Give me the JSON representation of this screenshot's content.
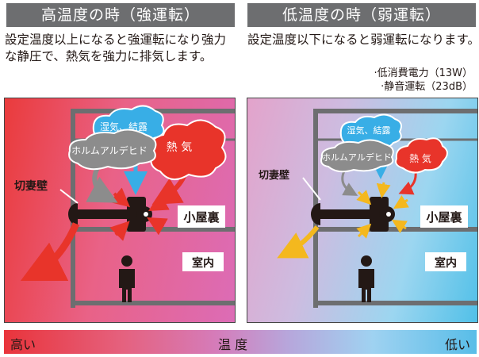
{
  "left": {
    "title": "高温度の時（強運転）",
    "description": "設定温度以上になると強運転になり強力な静圧で、熱気を強力に排気します。",
    "labels": {
      "moisture": "湿気、結露",
      "formaldehyde": "ホルムアルデヒド",
      "heat": "熱 気",
      "gable_wall": "切妻壁",
      "attic": "小屋裏",
      "room": "室内"
    }
  },
  "right": {
    "title": "低温度の時（弱運転）",
    "description": "設定温度以下になると弱運転になります。",
    "specs": [
      "·低消費電力（13W）",
      "·静音運転（23dB）"
    ],
    "labels": {
      "moisture": "湿気、結露",
      "formaldehyde": "ホルムアルデヒド",
      "heat": "熱 気",
      "gable_wall": "切妻壁",
      "attic": "小屋裏",
      "room": "室内"
    }
  },
  "scale": {
    "high": "高い",
    "middle": "温 度",
    "low": "低い"
  },
  "colors": {
    "heat_red": "#e8342a",
    "moisture_blue": "#38aee6",
    "formaldehyde_gray": "#8c8c8c",
    "weak_airflow_yellow": "#f4b81e",
    "house_frame": "#6d6e70"
  }
}
